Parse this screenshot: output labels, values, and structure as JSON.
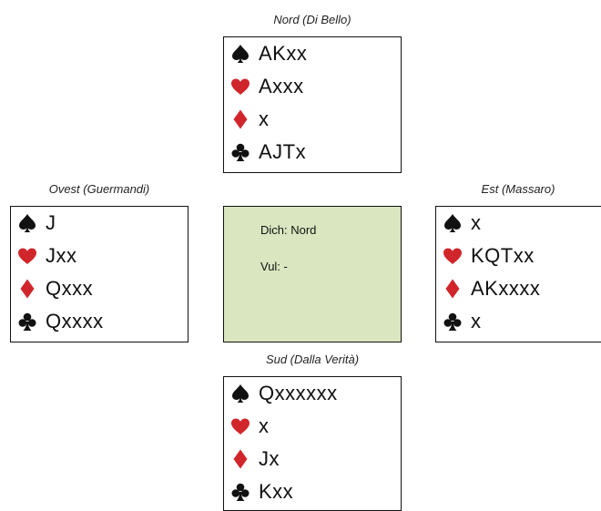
{
  "north": {
    "label": "Nord (Di Bello)",
    "hand": [
      {
        "suit": "spade-icon",
        "cards": "AKxx"
      },
      {
        "suit": "heart-icon",
        "cards": "Axxx"
      },
      {
        "suit": "diamond-icon",
        "cards": "x"
      },
      {
        "suit": "club-icon",
        "cards": "AJTx"
      }
    ]
  },
  "west": {
    "label": "Ovest (Guermandi)",
    "hand": [
      {
        "suit": "spade-icon",
        "cards": "J"
      },
      {
        "suit": "heart-icon",
        "cards": "Jxx"
      },
      {
        "suit": "diamond-icon",
        "cards": "Qxxx"
      },
      {
        "suit": "club-icon",
        "cards": "Qxxxx"
      }
    ]
  },
  "east": {
    "label": "Est (Massaro)",
    "hand": [
      {
        "suit": "spade-icon",
        "cards": "x"
      },
      {
        "suit": "heart-icon",
        "cards": "KQTxx"
      },
      {
        "suit": "diamond-icon",
        "cards": "AKxxxx"
      },
      {
        "suit": "club-icon",
        "cards": "x"
      }
    ]
  },
  "south": {
    "label": "Sud (Dalla Verità)",
    "hand": [
      {
        "suit": "spade-icon",
        "cards": "Qxxxxxx"
      },
      {
        "suit": "heart-icon",
        "cards": "x"
      },
      {
        "suit": "diamond-icon",
        "cards": "Jx"
      },
      {
        "suit": "club-icon",
        "cards": "Kxx"
      }
    ]
  },
  "center": {
    "dealer": "Dich: Nord",
    "vul": "Vul: -"
  },
  "colors": {
    "red_suit": "#d0262b",
    "black_suit": "#111111",
    "center_bg": "#d9e6bf"
  }
}
